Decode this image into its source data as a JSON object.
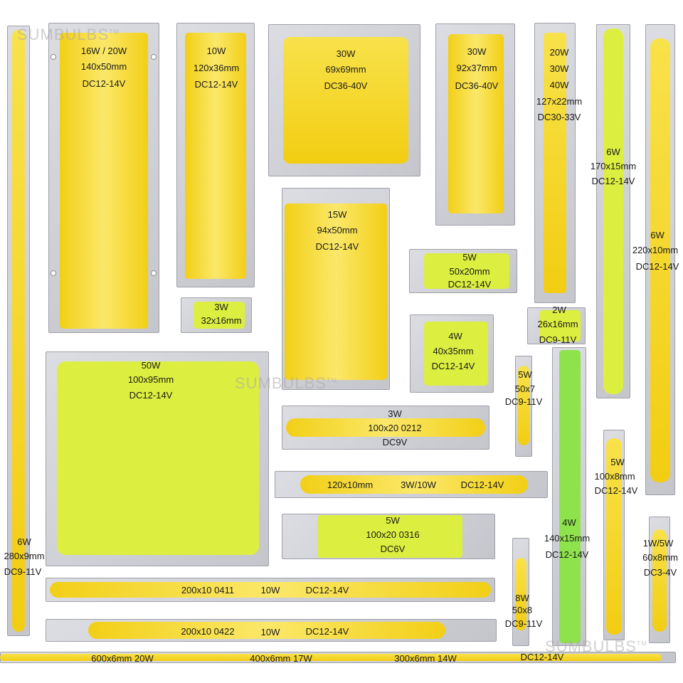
{
  "watermark": "SUMBULBS",
  "watermark_tm": "TM",
  "colors": {
    "chip_yellow": "#f6dc2e",
    "chip_green": "#8ee24c",
    "board_aluminium": "#cfd0d5"
  },
  "labels": {
    "p16w": [
      "16W / 20W",
      "140x50mm",
      "DC12-14V"
    ],
    "p10w": [
      "10W",
      "120x36mm",
      "DC12-14V"
    ],
    "p30wsq": [
      "30W",
      "69x69mm",
      "DC36-40V"
    ],
    "p30wr": [
      "30W",
      "92x37mm",
      "DC36-40V"
    ],
    "p20w": [
      "20W",
      "30W",
      "40W",
      "127x22mm",
      "DC30-33V"
    ],
    "p6w170": [
      "6W",
      "170x15mm",
      "DC12-14V"
    ],
    "p6w220": [
      "6W",
      "220x10mm",
      "DC12-14V"
    ],
    "p6w280": [
      "6W",
      "280x9mm",
      "DC9-11V"
    ],
    "p15w": [
      "15W",
      "94x50mm",
      "DC12-14V"
    ],
    "p3w32": [
      "3W",
      "32x16mm"
    ],
    "p5w50": [
      "5W",
      "50x20mm",
      "DC12-14V"
    ],
    "p2w": [
      "2W",
      "26x16mm",
      "DC9-11V"
    ],
    "p4w40": [
      "4W",
      "40x35mm",
      "DC12-14V"
    ],
    "p50w": [
      "50W",
      "100x95mm",
      "DC12-14V"
    ],
    "p5w50x7": [
      "5W",
      "50x7",
      "DC9-11V"
    ],
    "p3w100": [
      "3W",
      "100x20 0212",
      "DC9V"
    ],
    "p120": [
      "120x10mm",
      "3W/10W",
      "DC12-14V"
    ],
    "p5w100": [
      "5W",
      "100x20 0316",
      "DC6V"
    ],
    "p4w140": [
      "4W",
      "140x15mm",
      "DC12-14V"
    ],
    "p5w100x8": [
      "5W",
      "100x8mm",
      "DC12-14V"
    ],
    "p1w": [
      "1W/5W",
      "60x8mm",
      "DC3-4V"
    ],
    "p200a": [
      "200x10 0411",
      "10W",
      "DC12-14V"
    ],
    "p200b": [
      "200x10 0422",
      "10W",
      "DC12-14V"
    ],
    "p8w": [
      "8W",
      "50x8",
      "DC9-11V"
    ],
    "bottom": [
      "600x6mm  20W",
      "400x6mm  17W",
      "300x6mm  14W",
      "DC12-14V"
    ]
  }
}
